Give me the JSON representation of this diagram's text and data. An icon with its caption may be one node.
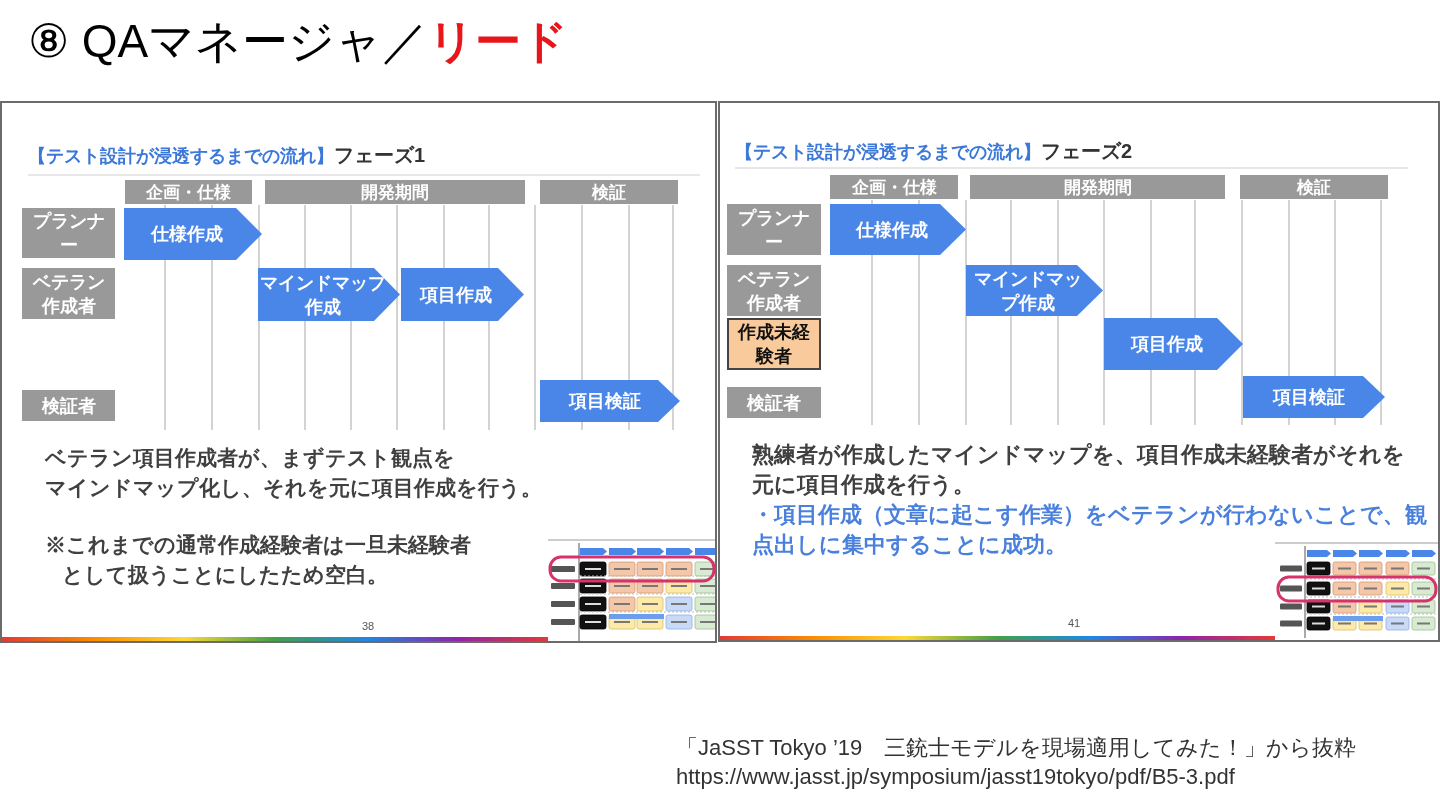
{
  "diagram": {
    "title": "⑧ QAマネージャ／**リード**",
    "caption": "「JaSST Tokyo ’19　三銃士モデルを現場適用してみた！」から抜粋",
    "nodes": [
      {
        "text": [
          "【テスト設計が浸透するまでの流れ】",
          "フェーズ1",
          "ベテラン項目作成者が、まずテスト観点をマインドマップ化し、それを元に項目作成を行う。",
          "※これまでの通常作成経験者は一旦未経験者として扱うことにしたため空白。"
        ]
      },
      {
        "text": [
          "企画・仕様"
        ],
        "in": 0
      },
      {
        "text": [
          "開発期間"
        ],
        "in": 0
      },
      {
        "text": [
          "検証"
        ],
        "in": 0
      },
      {
        "text": [
          "プランナー"
        ],
        "in": 0
      },
      {
        "text": [
          "ベテラン作成者"
        ],
        "in": 0
      },
      {
        "text": [
          "検証者"
        ],
        "in": 0
      },
      {
        "text": [
          "仕様作成"
        ],
        "in": 0
      },
      {
        "text": [
          "マインドマップ作成"
        ],
        "in": 0
      },
      {
        "text": [
          "項目作成"
        ],
        "in": 0
      },
      {
        "text": [
          "項目検証"
        ],
        "in": 0
      },
      {
        "text": [
          "【テスト設計が浸透するまでの流れ】",
          "フェーズ2",
          "熟練者が作成したマインドマップを、項目作成未経験者がそれを元に項目作成を行う。",
          "・項目作成（文章に起こす作業）をベテランが行わないことで、観点出しに集中することに成功。"
        ]
      },
      {
        "text": [
          "企画・仕様"
        ],
        "in": 11
      },
      {
        "text": [
          "開発期間"
        ],
        "in": 11
      },
      {
        "text": [
          "検証"
        ],
        "in": 11
      },
      {
        "text": [
          "プランナー"
        ],
        "in": 11
      },
      {
        "text": [
          "ベテラン作成者"
        ],
        "in": 11
      },
      {
        "text": [
          "作成未経験者"
        ],
        "in": 11
      },
      {
        "text": [
          "検証者"
        ],
        "in": 11
      },
      {
        "text": [
          "仕様作成"
        ],
        "in": 11
      },
      {
        "text": [
          "マインドマップ作成"
        ],
        "in": 11
      },
      {
        "text": [
          "項目作成"
        ],
        "in": 11
      },
      {
        "text": [
          "項目検証"
        ],
        "in": 11
      }
    ],
    "labels": [
      "38",
      "41",
      "https://www.jasst.jp/symposium/jasst19tokyo/pdf/B5-3.pdf"
    ]
  }
}
